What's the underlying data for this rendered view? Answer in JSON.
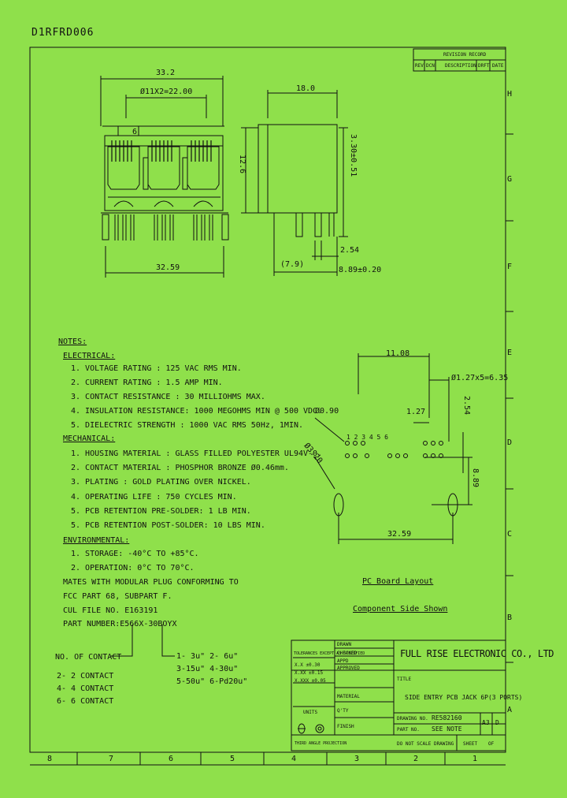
{
  "doc_id": "D1RFRD006",
  "revision_header": "REVISION RECORD",
  "revision_cols": [
    "REV",
    "DCN",
    "DESCRIPTION",
    "DRFT",
    "DATE"
  ],
  "row_letters": [
    "H",
    "G",
    "F",
    "E",
    "D",
    "C",
    "B",
    "A"
  ],
  "col_numbers": [
    "8",
    "7",
    "6",
    "5",
    "4",
    "3",
    "2",
    "1"
  ],
  "dims_front": {
    "overall": "33.2",
    "pitch": "Ø11X2=22.00",
    "six": "6",
    "base": "32.59"
  },
  "dims_side": {
    "width": "18.0",
    "height": "12.6",
    "lead": "3.30±0.51",
    "offset": "(7.9)",
    "pitch": "2.54",
    "row": "8.89±0.20"
  },
  "dims_pcb": {
    "span": "11.08",
    "pitch_row": "Ø1.27x5=6.35",
    "hole_small": "Ø0.90",
    "hole_large": "Ø3.20",
    "gap": "1.27",
    "vgap": "2.54",
    "row_off": "8.89",
    "base": "32.59",
    "pin_labels": "1 2 3 4 5 6"
  },
  "notes": {
    "title": "NOTES:",
    "electrical_h": "ELECTRICAL:",
    "electrical": [
      "1. VOLTAGE RATING        : 125 VAC RMS MIN.",
      "2. CURRENT RATING        : 1.5 AMP MIN.",
      "3. CONTACT RESISTANCE   : 30 MILLIOHMS MAX.",
      "4. INSULATION RESISTANCE: 1000 MEGOHMS MIN @ 500 VDC.",
      "5. DIELECTRIC STRENGTH  : 1000 VAC RMS 50Hz, 1MIN."
    ],
    "mechanical_h": "MECHANICAL:",
    "mechanical": [
      "1. HOUSING MATERIAL         : GLASS FILLED POLYESTER UL94V-0.",
      "2. CONTACT MATERIAL         : PHOSPHOR BRONZE Ø0.46mm.",
      "3. PLATING                  : GOLD PLATING OVER NICKEL.",
      "4. OPERATING LIFE           : 750 CYCLES MIN.",
      "5. PCB RETENTION PRE-SOLDER: 1 LB MIN.",
      "5. PCB RETENTION POST-SOLDER: 10 LBS MIN."
    ],
    "environmental_h": "ENVIRONMENTAL:",
    "environmental": [
      "1. STORAGE: -40°C TO +85°C.",
      "2. OPERATION: 0°C TO 70°C."
    ],
    "extra": [
      "MATES WITH MODULAR PLUG CONFORMING TO",
      "   FCC PART 68, SUBPART F.",
      "CUL FILE NO. E163191",
      "PART NUMBER:E566X-30BOYX"
    ]
  },
  "part_key": {
    "contacts_label": "NO. OF CONTACT",
    "contacts": [
      "2- 2 CONTACT",
      "4- 4 CONTACT",
      "6- 6 CONTACT"
    ],
    "plating": [
      "1- 3u\" 2- 6u\"",
      "3-15u\" 4-30u\"",
      "5-50u\" 6-Pd20u\""
    ]
  },
  "pcb_layout_label": "PC Board Layout",
  "component_side_label": "Component Side Shown",
  "title_block": {
    "company": "FULL RISE ELECTRONIC CO., LTD",
    "title_label": "TITLE",
    "title": "SIDE ENTRY PCB JACK 6P(3 PORTS)",
    "drawing_no_label": "DRAWING NO.",
    "drawing_no": "RE582160",
    "part_no_label": "PART NO.",
    "part_no": "SEE NOTE",
    "size": "A3",
    "rev": "D",
    "material_label": "MATERIAL",
    "qty_label": "Q'TY",
    "finish_label": "FINISH",
    "scale_note": "DO NOT SCALE DRAWING",
    "sheet_label": "SHEET",
    "sheet_of": "OF",
    "angle": "THIRD ANGLE PROJECTION",
    "units": "UNITS",
    "tol_header": "TOLERANCES EXCEPT AS SPECIFIED",
    "tol_rows": [
      "X.X  ±0.30",
      "X.XX  ±0.15",
      "X.XXX  ±0.05"
    ],
    "sig_rows": [
      "DRAWN",
      "CHECKED",
      "APPD",
      "APPROVED"
    ]
  }
}
